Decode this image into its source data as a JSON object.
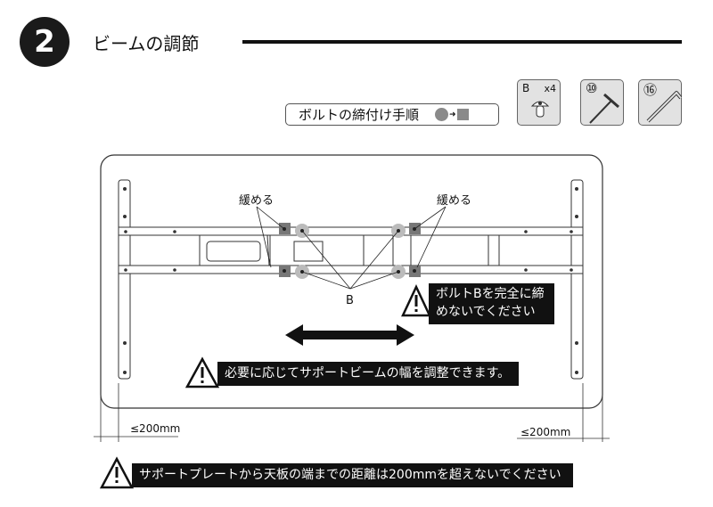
{
  "step": {
    "number": "2",
    "title": "ビームの調節"
  },
  "bolt_order": {
    "label": "ボルトの締付け手順",
    "first_color": "#8a8a8a"
  },
  "tools": [
    {
      "label": "B",
      "quantity": "x4",
      "icon": "button-bolt-icon"
    },
    {
      "label": "⑩",
      "icon": "t-hex-wrench-icon"
    },
    {
      "label": "⑯",
      "icon": "hex-key-icon"
    }
  ],
  "diagram": {
    "loosen_left": "緩める",
    "loosen_right": "緩める",
    "bolt_label": "B"
  },
  "warnings": {
    "bolt_b": [
      "ボルトBを完全に締",
      "めないでください"
    ],
    "adjust": "必要に応じてサポートビームの幅を調整できます。",
    "distance": "サポートプレートから天板の端までの距離は200mmを超えないでください"
  },
  "dimensions": {
    "left": "≤200mm",
    "right": "≤200mm"
  }
}
